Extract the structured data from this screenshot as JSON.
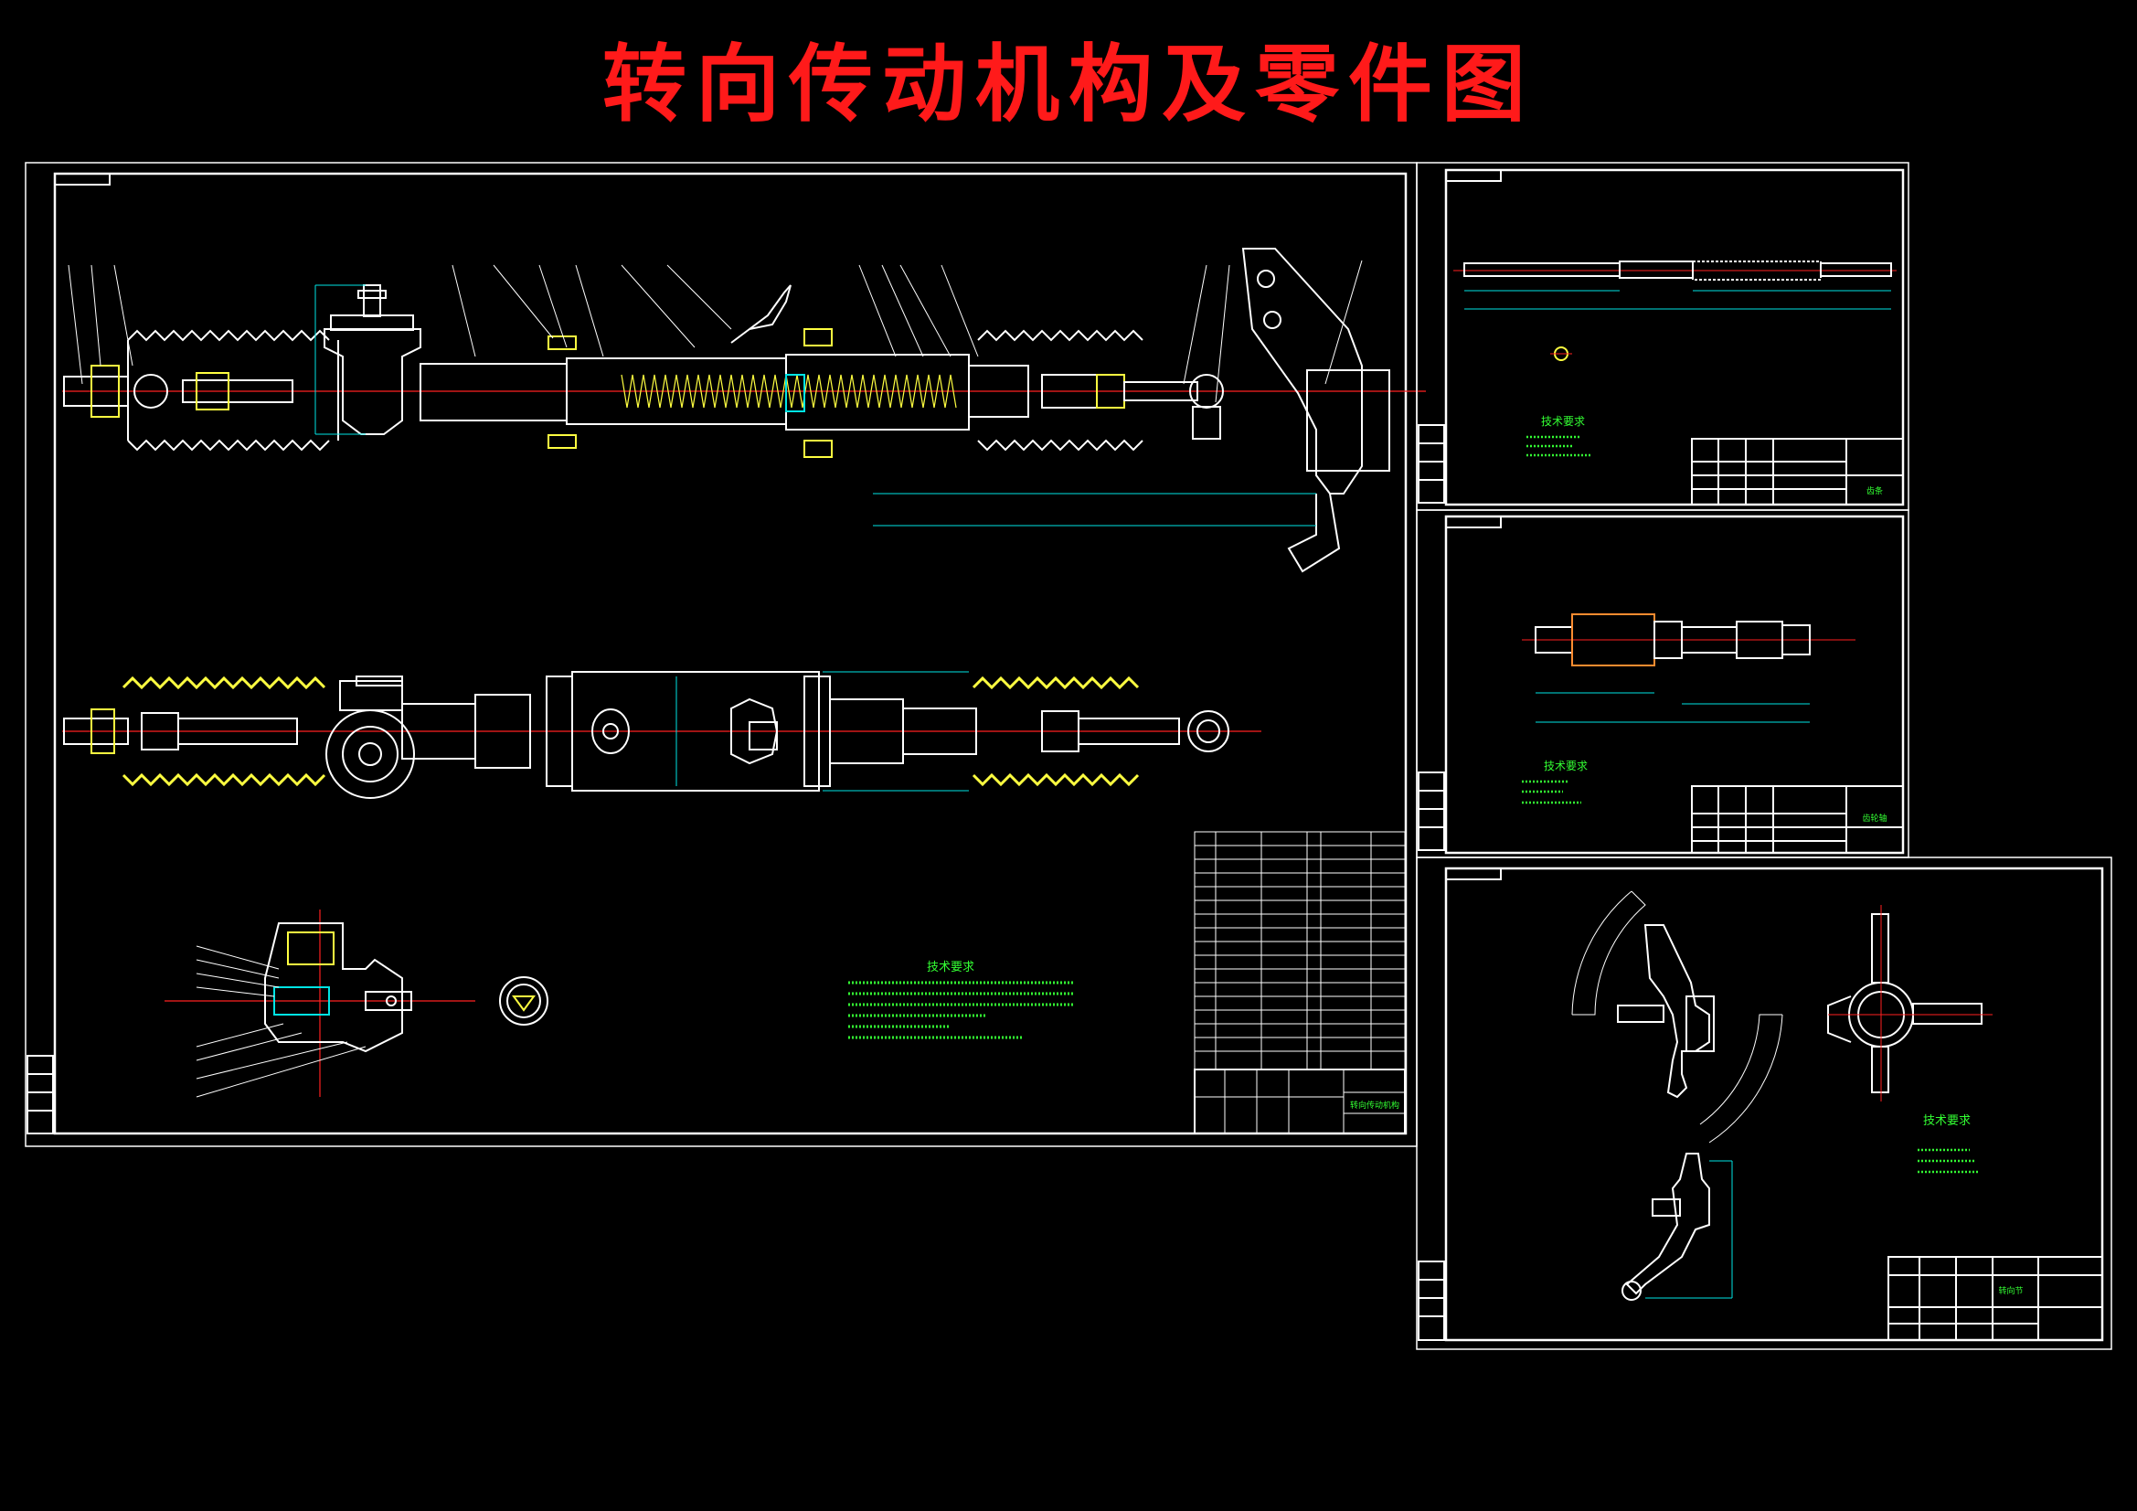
{
  "title": "转向传动机构及零件图",
  "colors": {
    "background": "#000000",
    "title": "#ff1a1a",
    "frame": "#ffffff",
    "part_line": "#ffffff",
    "center_line": "#ff2020",
    "dimension": "#00e5e5",
    "boot": "#ffff40",
    "note_text": "#33ff33"
  },
  "sheets": {
    "assembly": {
      "tech_req_heading": "技术要求",
      "title_block_name": "转向传动机构"
    },
    "part_tie_rod": {
      "tech_req_heading": "技术要求",
      "title_block_name": "齿条"
    },
    "part_pinion": {
      "tech_req_heading": "技术要求",
      "title_block_name": "齿轮轴"
    },
    "part_knuckle": {
      "tech_req_heading": "技术要求",
      "title_block_name": "转向节"
    }
  }
}
